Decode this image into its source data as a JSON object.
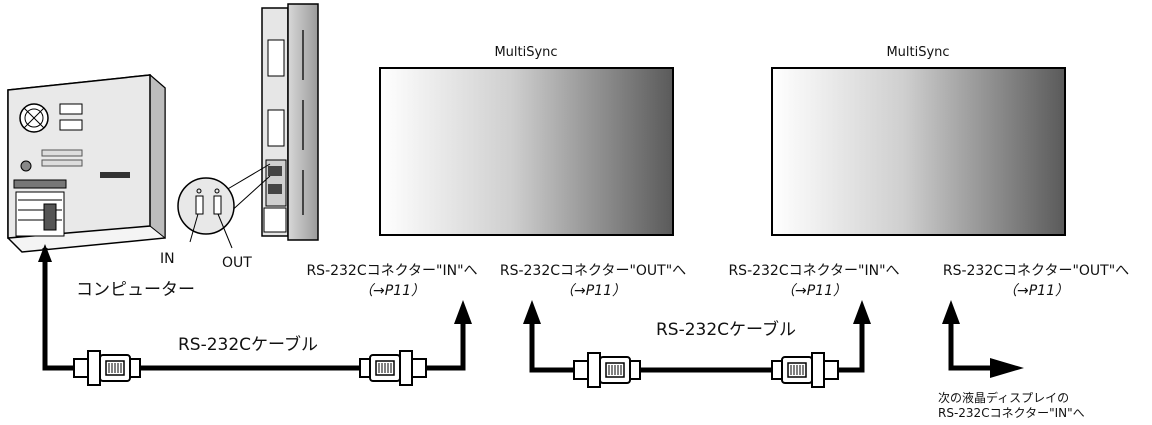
{
  "monitors": [
    {
      "title": "MultiSync"
    },
    {
      "title": "MultiSync"
    }
  ],
  "computer_label": "コンピューター",
  "port_labels": {
    "in": "IN",
    "out": "OUT"
  },
  "connector_labels": [
    {
      "text": "RS-232Cコネクター\"IN\"へ",
      "ref": "（→P11）"
    },
    {
      "text": "RS-232Cコネクター\"OUT\"へ",
      "ref": "（→P11）"
    },
    {
      "text": "RS-232Cコネクター\"IN\"へ",
      "ref": "（→P11）"
    },
    {
      "text": "RS-232Cコネクター\"OUT\"へ",
      "ref": "（→P11）"
    }
  ],
  "cable_labels": [
    "RS-232Cケーブル",
    "RS-232Cケーブル"
  ],
  "next_display_note": [
    "次の液晶ディスプレイの",
    "RS-232Cコネクター\"IN\"へ"
  ]
}
